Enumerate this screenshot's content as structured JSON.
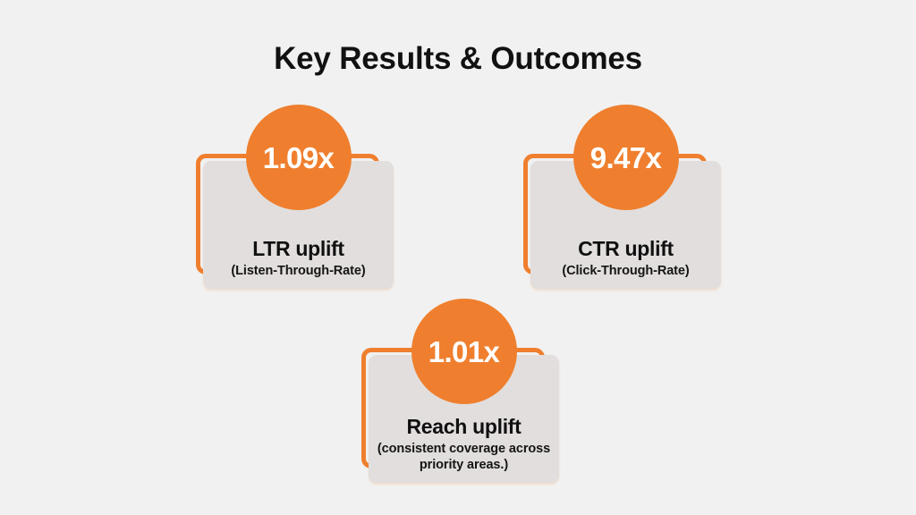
{
  "theme": {
    "background": "#F1F1F1",
    "accent_orange": "#EF7F2E",
    "card_gray": "#E2DEDD",
    "text_dark": "#111111",
    "badge_text": "#FFFFFF"
  },
  "header": {
    "title": "Key Results & Outcomes"
  },
  "cards": [
    {
      "id": "ltr",
      "value": "1.09x",
      "label": "LTR uplift",
      "sublabel": "(Listen-Through-Rate)"
    },
    {
      "id": "ctr",
      "value": "9.47x",
      "label": "CTR uplift",
      "sublabel": "(Click-Through-Rate)"
    },
    {
      "id": "reach",
      "value": "1.01x",
      "label": "Reach uplift",
      "sublabel": "(consistent coverage across priority areas.)"
    }
  ]
}
